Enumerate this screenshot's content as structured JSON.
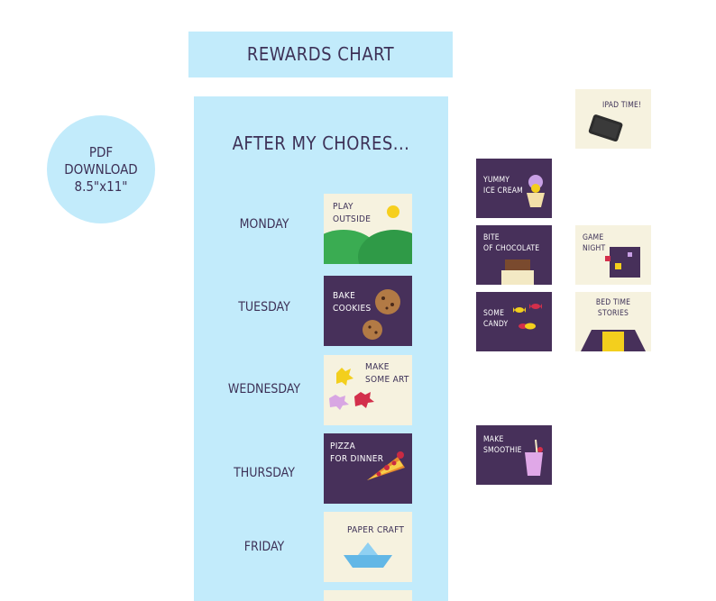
{
  "title": "REWARDS CHART",
  "heading": "AFTER MY CHORES...",
  "badge": {
    "line1": "PDF",
    "line2": "DOWNLOAD",
    "line3": "8.5\"x11\""
  },
  "days": [
    "MONDAY",
    "TUESDAY",
    "WEDNESDAY",
    "THURSDAY",
    "FRIDAY"
  ],
  "cards": {
    "monday": "PLAY\nOUTSIDE",
    "tuesday": "BAKE\nCOOKIES",
    "wednesday": "MAKE\nSOME ART",
    "thursday": "PIZZA\nFOR DINNER",
    "friday": "PAPER CRAFT"
  },
  "extras": {
    "ipad": "IPAD TIME!",
    "ice_cream": "YUMMY\nICE CREAM",
    "chocolate": "BITE\nOF CHOCOLATE",
    "game_night": "GAME\nNIGHT",
    "candy": "SOME\nCANDY",
    "bed_time": "BED TIME\nSTORIES",
    "smoothie": "MAKE\nSMOOTHIE"
  },
  "colors": {
    "light_blue": "#c2ebfb",
    "purple": "#47305a",
    "cream": "#f6f2df",
    "text": "#3d3157"
  }
}
